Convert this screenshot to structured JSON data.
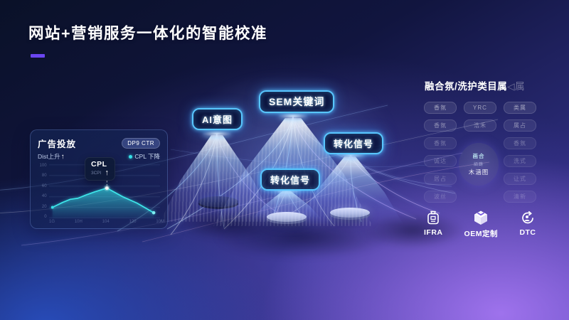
{
  "slide": {
    "title": "网站+营销服务一体化的智能校准"
  },
  "chart_card": {
    "title": "广告投放",
    "badge": "DP9 CTR",
    "trend_label": "Dist上升",
    "trend_arrow": "↑",
    "legend_label": "CPL 下降",
    "legend_color": "#35dfe8",
    "tooltip_title": "CPL",
    "tooltip_sub": "3CPI",
    "tooltip_arrow": "↑",
    "y_ticks": [
      "100",
      "80",
      "60",
      "40",
      "20",
      "0"
    ],
    "x_ticks": [
      "1G",
      "10H",
      "104",
      "120",
      "10M"
    ]
  },
  "chart_data": {
    "type": "area",
    "title": "广告投放",
    "series": [
      {
        "name": "CPL",
        "x_percent": [
          3,
          12,
          19,
          26,
          33,
          41,
          52,
          66,
          79,
          94
        ],
        "values": [
          20,
          29,
          35,
          37,
          43,
          49,
          56,
          40,
          28,
          10
        ]
      }
    ],
    "ylim": [
      0,
      100
    ],
    "line_color": "#35dfe8",
    "legend": [
      "CPL 下降"
    ],
    "annotation": "CPL 峰值提示框",
    "grid": true,
    "legend_position": "top-right"
  },
  "diagram": {
    "nodes": [
      {
        "id": "ai-intent",
        "label": "AI意图"
      },
      {
        "id": "sem-keywords",
        "label": "SEM关键词"
      },
      {
        "id": "conversion-signal-right",
        "label": "转化信号"
      },
      {
        "id": "conversion-signal-center",
        "label": "转化信号"
      }
    ]
  },
  "right_panel": {
    "title": "融合氛/洗护类目属",
    "title_suffix": "◁属",
    "tags": [
      [
        "香氛",
        "YRC",
        "类属"
      ],
      [
        "香氛",
        "浩禾",
        "属占"
      ],
      [
        "香氛",
        "",
        "香氛"
      ],
      [
        "诚达",
        "",
        "洗式"
      ],
      [
        "居占",
        "",
        "让式"
      ],
      [
        "波丝",
        "",
        "清新"
      ]
    ],
    "circle_lines": [
      "画合",
      "絔踌",
      "木涵图"
    ],
    "bottom_items": [
      {
        "icon": "ifra-certificate-icon",
        "label": "IFRA"
      },
      {
        "icon": "oem-cube-icon",
        "label": "OEM定制"
      },
      {
        "icon": "dtc-cycle-icon",
        "label": "DTC"
      }
    ]
  }
}
